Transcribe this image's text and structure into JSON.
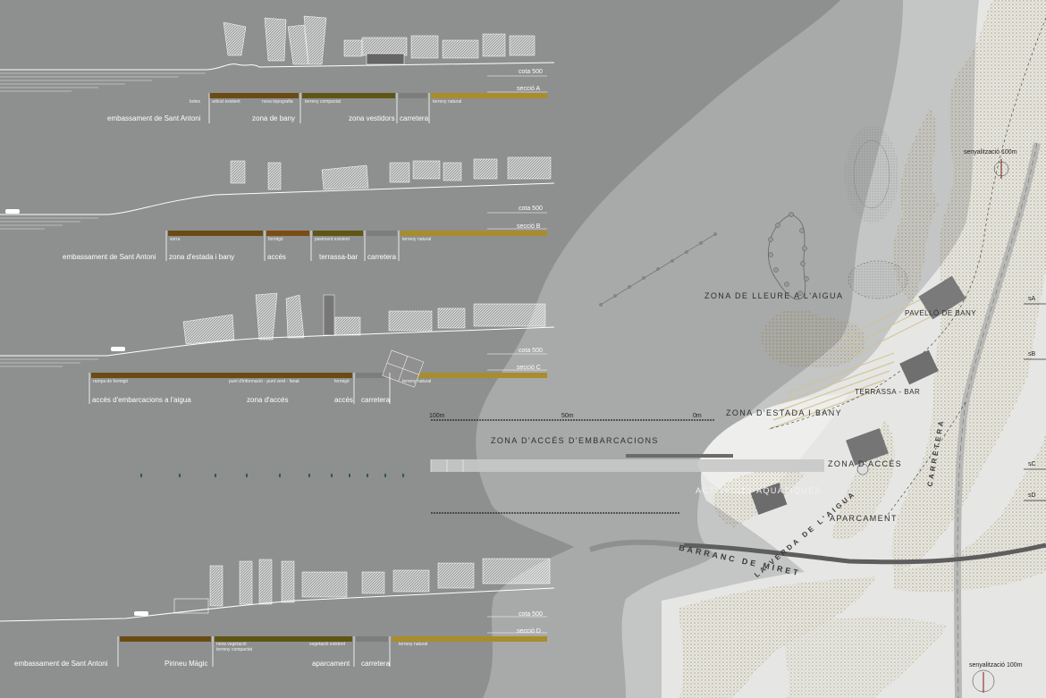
{
  "sections": [
    {
      "id": "A",
      "title": "secció A",
      "cota": "cota 500",
      "materials": [
        "boles",
        "arbrat existent",
        "nova topografia",
        "terreny compactat",
        "terreny natural"
      ],
      "zones": [
        "embassament de Sant Antoni",
        "zona de bany",
        "zona vestidors",
        "carretera"
      ]
    },
    {
      "id": "B",
      "title": "secció B",
      "cota": "cota 500",
      "materials": [
        "sorra",
        "formigó",
        "paviment existent",
        "terreny natural"
      ],
      "zones": [
        "embassament de Sant Antoni",
        "zona d'estada i bany",
        "accés",
        "terrassa-bar",
        "carretera"
      ]
    },
    {
      "id": "C",
      "title": "secció C",
      "cota": "cota 500",
      "materials": [
        "rampa de formigó",
        "punt d'informació - punt verd - fanal",
        "formigó",
        "terreny natural"
      ],
      "zones": [
        "accés d'embarcacions a l'aigua",
        "zona d'accés",
        "accés",
        "carretera"
      ]
    },
    {
      "id": "D",
      "title": "secció D",
      "cota": "cota 500",
      "materials": [
        "nova vegetació",
        "terreny compactat",
        "vegetació existent",
        "terreny natural"
      ],
      "zones": [
        "embassament de Sant Antoni",
        "Pirineu Màgic",
        "aparcament",
        "carretera"
      ]
    }
  ],
  "scale": {
    "labels": [
      "100m",
      "50m",
      "0m"
    ]
  },
  "plan": {
    "zones": [
      "ZONA DE LLEURE A L'AIGUA",
      "PAVELLÓ DE BANY",
      "TERRASSA - BAR",
      "ZONA D'ESTADA I BANY",
      "ZONA D'ACCÉS D'EMBARCACIONS",
      "ZONA D'ACCÉS",
      "ACTIVITATS AQUÀTIQUES",
      "APARCAMENT"
    ],
    "roads": [
      "BARRANC DE MIRET",
      "LA VERDA DE L'AIGUA",
      "CARRETERA"
    ],
    "signage": [
      "senyalització 100m",
      "senyalització 100m"
    ],
    "section_marks": [
      "sA",
      "sB",
      "sC",
      "sD"
    ]
  },
  "colors": {
    "background": "#8e8f8f",
    "water": "#a9aaaa",
    "land": "#e8e8e6",
    "vegetation": "#cfc493",
    "brown": "#6b4b14",
    "olive": "#5d5615",
    "gold": "#a88d2c",
    "gray_band": "#7d7d7d"
  }
}
